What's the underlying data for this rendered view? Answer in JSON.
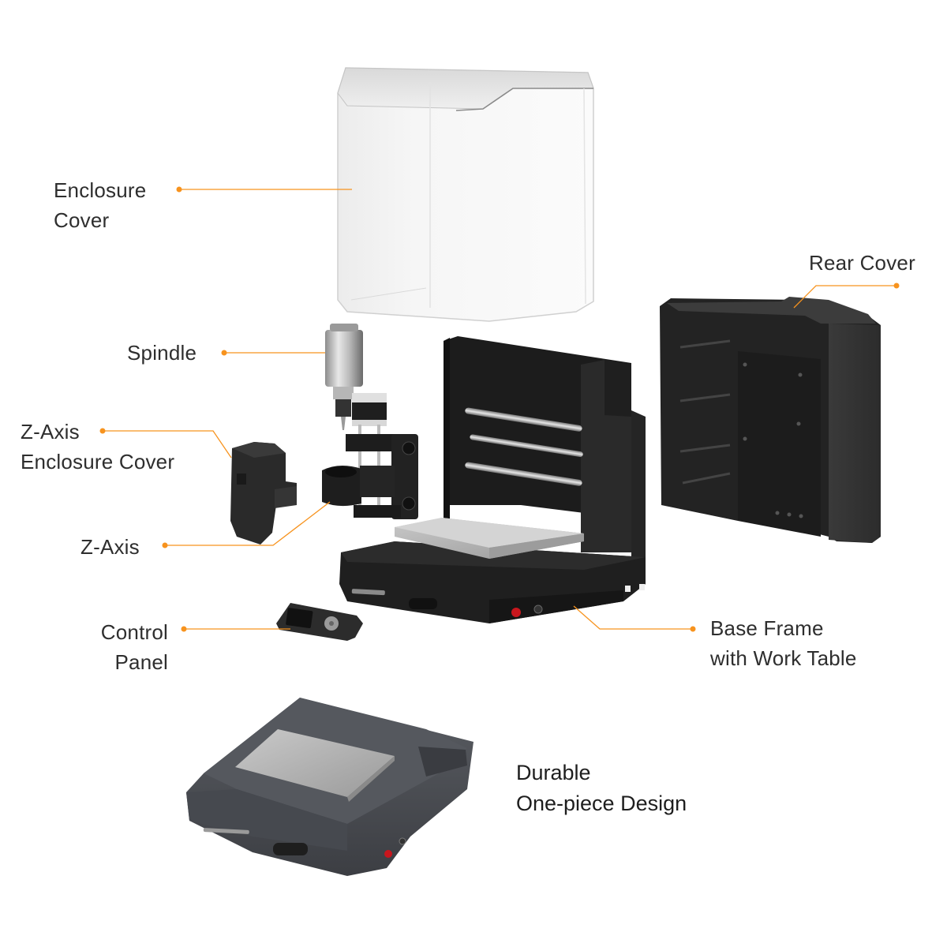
{
  "diagram": {
    "type": "exploded-view",
    "subject": "Desktop CNC machine components",
    "accent_color": "#f7931e",
    "highlight_color": "#ffb05e",
    "callouts": [
      {
        "id": "enclosure-cover",
        "lines": [
          "Enclosure",
          "Cover"
        ]
      },
      {
        "id": "rear-cover",
        "lines": [
          "Rear Cover"
        ]
      },
      {
        "id": "spindle",
        "lines": [
          "Spindle"
        ]
      },
      {
        "id": "z-axis-enclosure-cover",
        "lines": [
          "Z-Axis",
          "Enclosure Cover"
        ]
      },
      {
        "id": "z-axis",
        "lines": [
          "Z-Axis"
        ]
      },
      {
        "id": "control-panel",
        "lines": [
          "Control",
          "Panel"
        ]
      },
      {
        "id": "base-frame",
        "lines": [
          "Base Frame",
          "with Work Table"
        ]
      }
    ],
    "feature": {
      "lines": [
        "Durable",
        "One-piece Design"
      ]
    }
  }
}
